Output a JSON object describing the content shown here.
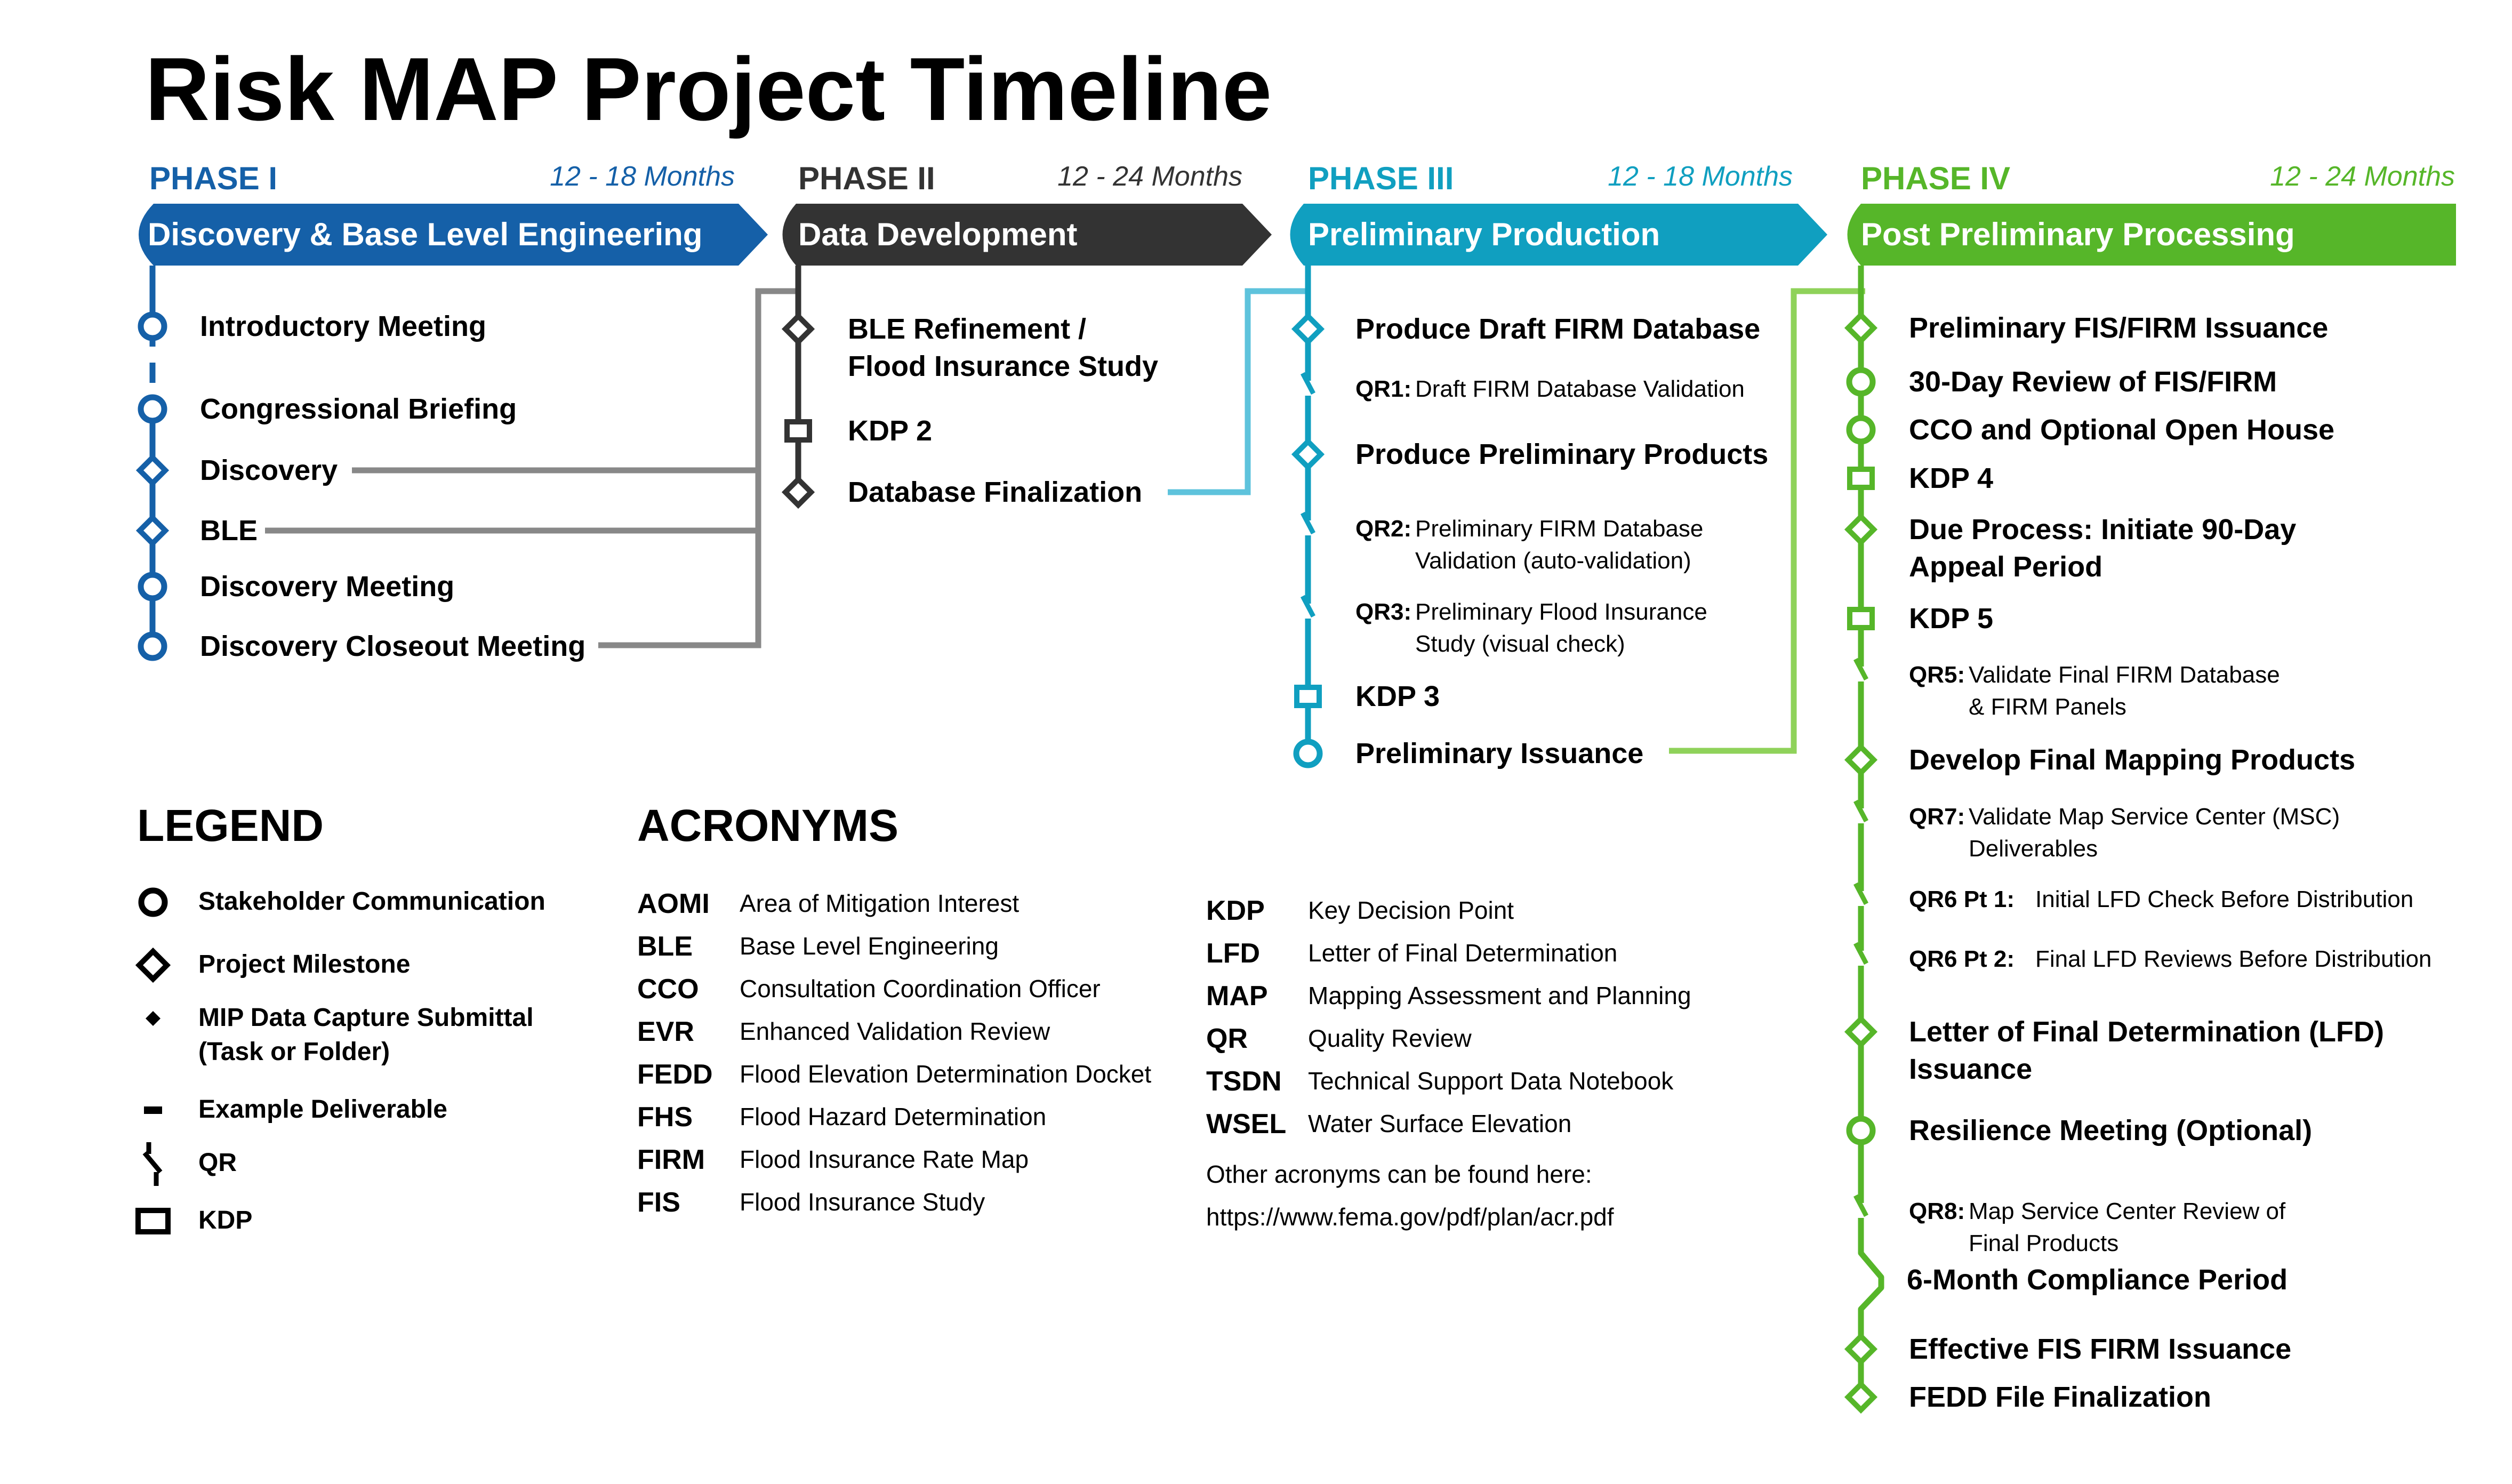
{
  "title": "Risk MAP Project Timeline",
  "colors": {
    "phase1": "#1560a8",
    "phase2": "#333333",
    "phase3": "#109fc0",
    "phase4": "#56b629",
    "connector_gray": "#888888",
    "connector_blue": "#5ec3dc",
    "connector_green": "#8fd25a"
  },
  "phases": [
    {
      "label": "PHASE I",
      "duration": "12 - 18 Months",
      "banner": "Discovery & Base Level Engineering",
      "items": [
        {
          "type": "circle",
          "lines": [
            "Introductory Meeting"
          ]
        },
        {
          "type": "circle",
          "lines": [
            "Congressional Briefing"
          ]
        },
        {
          "type": "diamond",
          "lines": [
            "Discovery"
          ]
        },
        {
          "type": "diamond",
          "lines": [
            "BLE"
          ]
        },
        {
          "type": "circle",
          "lines": [
            "Discovery Meeting"
          ]
        },
        {
          "type": "circle",
          "lines": [
            "Discovery Closeout Meeting"
          ]
        }
      ]
    },
    {
      "label": "PHASE II",
      "duration": "12 - 24 Months",
      "banner": "Data Development",
      "items": [
        {
          "type": "diamond",
          "lines": [
            "BLE Refinement /",
            "Flood Insurance Study"
          ]
        },
        {
          "type": "square",
          "lines": [
            "KDP 2"
          ]
        },
        {
          "type": "diamond",
          "lines": [
            "Database Finalization"
          ]
        }
      ]
    },
    {
      "label": "PHASE III",
      "duration": "12 - 18 Months",
      "banner": "Preliminary Production",
      "items": [
        {
          "type": "diamond",
          "lines": [
            "Produce Draft FIRM Database"
          ]
        },
        {
          "type": "qr",
          "label": "QR1:",
          "lines": [
            "Draft FIRM Database Validation"
          ]
        },
        {
          "type": "diamond",
          "lines": [
            "Produce Preliminary Products"
          ]
        },
        {
          "type": "qr",
          "label": "QR2:",
          "lines": [
            "Preliminary FIRM Database",
            "Validation (auto-validation)"
          ]
        },
        {
          "type": "qr",
          "label": "QR3:",
          "lines": [
            "Preliminary Flood Insurance",
            "Study (visual check)"
          ]
        },
        {
          "type": "square",
          "lines": [
            "KDP 3"
          ]
        },
        {
          "type": "circle",
          "lines": [
            "Preliminary Issuance"
          ]
        }
      ]
    },
    {
      "label": "PHASE IV",
      "duration": "12 - 24 Months",
      "banner": "Post Preliminary Processing",
      "items": [
        {
          "type": "diamond",
          "lines": [
            "Preliminary FIS/FIRM Issuance"
          ]
        },
        {
          "type": "circle",
          "lines": [
            "30-Day Review of FIS/FIRM"
          ]
        },
        {
          "type": "circle",
          "lines": [
            "CCO and Optional Open House"
          ]
        },
        {
          "type": "square",
          "lines": [
            "KDP 4"
          ]
        },
        {
          "type": "diamond",
          "lines": [
            "Due Process: Initiate 90-Day",
            "Appeal Period"
          ]
        },
        {
          "type": "square",
          "lines": [
            "KDP 5"
          ]
        },
        {
          "type": "qr",
          "label": "QR5:",
          "lines": [
            "Validate Final FIRM Database",
            "& FIRM Panels"
          ]
        },
        {
          "type": "diamond",
          "lines": [
            "Develop Final Mapping Products"
          ]
        },
        {
          "type": "qr",
          "label": "QR7:",
          "lines": [
            "Validate Map Service Center (MSC)",
            "Deliverables"
          ]
        },
        {
          "type": "qr",
          "label": "QR6 Pt 1:",
          "lines": [
            "Initial LFD Check Before Distribution"
          ]
        },
        {
          "type": "qr",
          "label": "QR6 Pt 2:",
          "lines": [
            "Final LFD Reviews Before Distribution"
          ]
        },
        {
          "type": "diamond",
          "lines": [
            "Letter of Final Determination (LFD)",
            "Issuance"
          ]
        },
        {
          "type": "circle",
          "lines": [
            "Resilience Meeting (Optional)"
          ]
        },
        {
          "type": "qr",
          "label": "QR8:",
          "lines": [
            "Map Service Center Review of",
            "Final Products"
          ]
        },
        {
          "type": "bulge",
          "lines": [
            "6-Month Compliance Period"
          ]
        },
        {
          "type": "diamond",
          "lines": [
            "Effective FIS FIRM Issuance"
          ]
        },
        {
          "type": "diamond",
          "lines": [
            "FEDD File Finalization"
          ]
        }
      ]
    }
  ],
  "legend": {
    "heading": "LEGEND",
    "items": [
      {
        "icon": "circle-icon",
        "lines": [
          "Stakeholder Communication"
        ]
      },
      {
        "icon": "diamond-icon",
        "lines": [
          "Project Milestone"
        ]
      },
      {
        "icon": "small-diamond-icon",
        "lines": [
          "MIP Data Capture Submittal",
          "(Task or Folder)"
        ]
      },
      {
        "icon": "dash-icon",
        "lines": [
          "Example Deliverable"
        ]
      },
      {
        "icon": "qr-break-icon",
        "lines": [
          "QR"
        ]
      },
      {
        "icon": "square-icon",
        "lines": [
          "KDP"
        ]
      }
    ]
  },
  "acronyms": {
    "heading": "ACRONYMS",
    "col1": [
      {
        "abbr": "AOMI",
        "def": "Area of Mitigation Interest"
      },
      {
        "abbr": "BLE",
        "def": "Base Level Engineering"
      },
      {
        "abbr": "CCO",
        "def": "Consultation Coordination Officer"
      },
      {
        "abbr": "EVR",
        "def": "Enhanced Validation Review"
      },
      {
        "abbr": "FEDD",
        "def": "Flood Elevation Determination Docket"
      },
      {
        "abbr": "FHS",
        "def": "Flood Hazard Determination"
      },
      {
        "abbr": "FIRM",
        "def": "Flood Insurance Rate Map"
      },
      {
        "abbr": "FIS",
        "def": "Flood Insurance Study"
      }
    ],
    "col2": [
      {
        "abbr": "KDP",
        "def": "Key Decision Point"
      },
      {
        "abbr": "LFD",
        "def": "Letter of Final Determination"
      },
      {
        "abbr": "MAP",
        "def": "Mapping Assessment and Planning"
      },
      {
        "abbr": "QR",
        "def": "Quality Review"
      },
      {
        "abbr": "TSDN",
        "def": "Technical Support Data Notebook"
      },
      {
        "abbr": "WSEL",
        "def": "Water Surface Elevation"
      }
    ],
    "note_lines": [
      "Other acronyms can be found here:",
      "https://www.fema.gov/pdf/plan/acr.pdf"
    ]
  }
}
